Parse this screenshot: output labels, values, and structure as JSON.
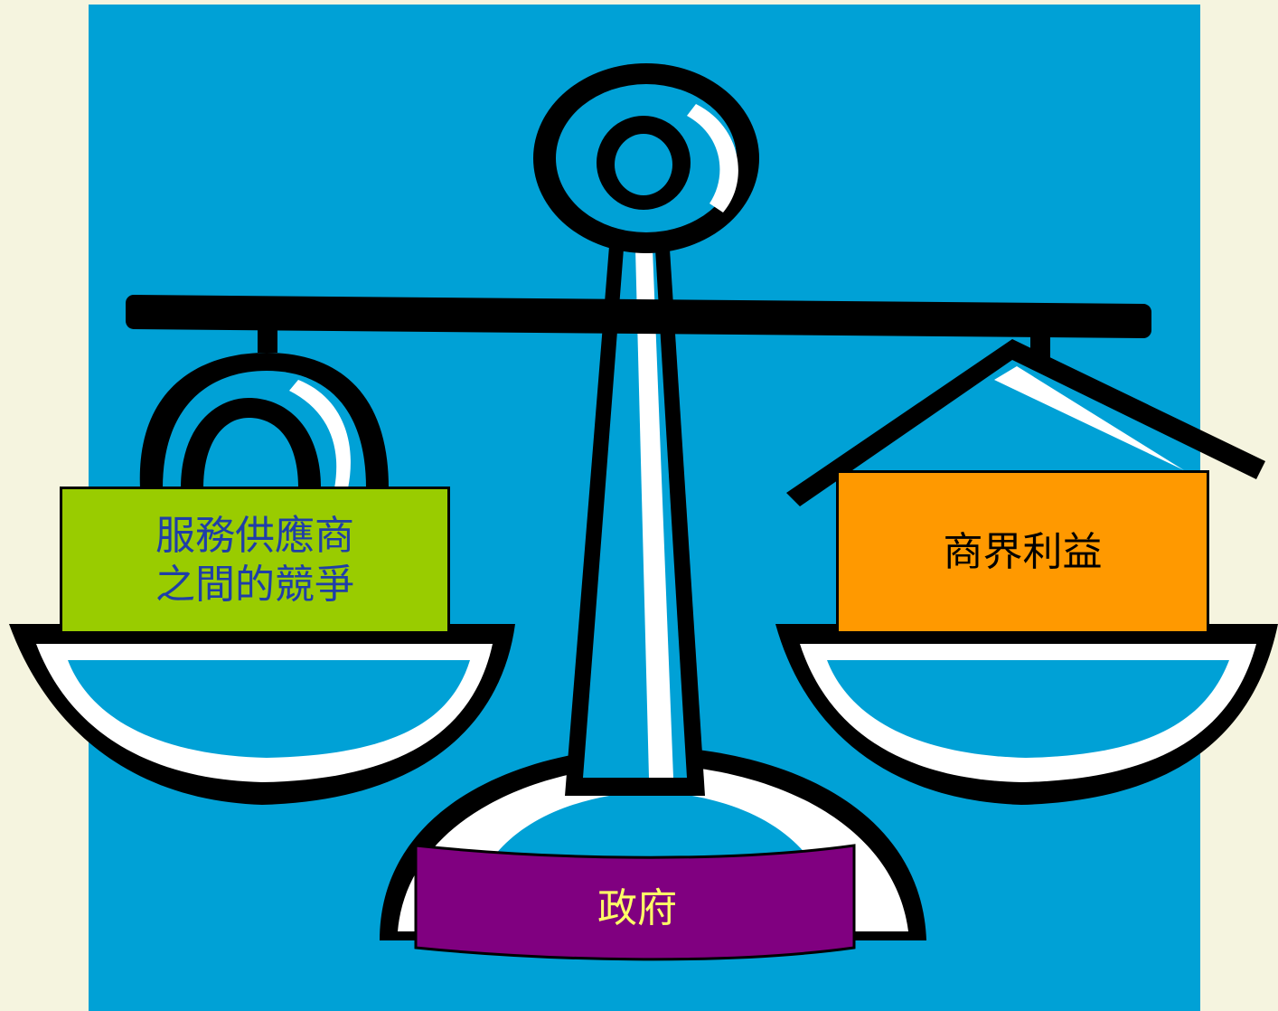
{
  "scale": {
    "left_pan_label": [
      "服務供應商",
      "之間的競爭"
    ],
    "right_pan_label": "商界利益",
    "base_banner_label": "政府"
  },
  "colors": {
    "page_background": "#f5f4df",
    "panel_background": "#00a1d6",
    "left_box": "#99cc00",
    "left_text": "#1f3ea8",
    "right_box": "#ff9900",
    "right_text": "#000000",
    "banner": "#800080",
    "banner_text": "#ffff66",
    "outline": "#000000",
    "highlight": "#ffffff"
  },
  "icons": {
    "left_weight": "kettlebell-icon",
    "right_weight": "house-weight-icon",
    "scale": "balance-scale-icon"
  }
}
